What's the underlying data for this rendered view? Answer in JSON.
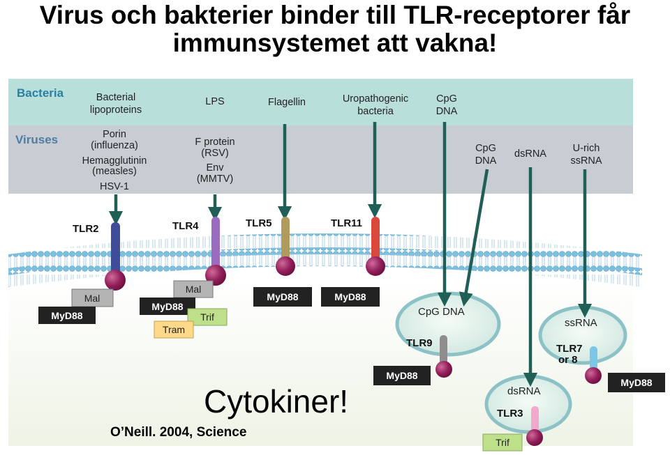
{
  "title": {
    "line1": "Virus och bakterier binder till TLR-receptorer får",
    "line2": "immunsystemet att vakna!"
  },
  "bands": {
    "bacteria": "Bacteria",
    "viruses": "Viruses"
  },
  "ligands": {
    "bacterial_lipoproteins_1": "Bacterial",
    "bacterial_lipoproteins_2": "lipoproteins",
    "lps": "LPS",
    "flagellin": "Flagellin",
    "uropathogenic_1": "Uropathogenic",
    "uropathogenic_2": "bacteria",
    "cpg_bact_1": "CpG",
    "cpg_bact_2": "DNA",
    "porin_1": "Porin",
    "porin_2": "(influenza)",
    "hemagglutinin_1": "Hemagglutinin",
    "hemagglutinin_2": "(measles)",
    "hsv": "HSV-1",
    "fprotein_1": "F protein",
    "fprotein_2": "(RSV)",
    "env_1": "Env",
    "env_2": "(MMTV)",
    "cpg_virus_1": "CpG",
    "cpg_virus_2": "DNA",
    "dsrna": "dsRNA",
    "urich_1": "U-rich",
    "urich_2": "ssRNA"
  },
  "receptors": {
    "tlr2": "TLR2",
    "tlr4": "TLR4",
    "tlr5": "TLR5",
    "tlr11": "TLR11",
    "tlr9": "TLR9",
    "tlr3": "TLR3",
    "tlr78_1": "TLR7",
    "tlr78_2": "or 8"
  },
  "endosomes": {
    "cpg": "CpG DNA",
    "dsrna": "dsRNA",
    "ssrna": "ssRNA"
  },
  "adaptors": {
    "mal": "Mal",
    "myd88": "MyD88",
    "trif": "Trif",
    "tram": "Tram"
  },
  "colors": {
    "bacteria_band": "#b9dfdb",
    "virus_band": "#c8cdd4",
    "arrow": "#1f5f55",
    "membrane": "#74b8d8",
    "head": "#8f1a55",
    "tlr2": "#3f4c9a",
    "tlr4": "#9b6bc0",
    "tlr5": "#b09a5c",
    "tlr11": "#d9483a",
    "tlr9": "#8d8d8d",
    "tlr3": "#f2a9cc",
    "tlr78": "#7cc7e8",
    "myd88_box": "#222222",
    "mal_box": "#b4b4b4",
    "trif_box": "#bfe08a",
    "tram_box": "#ffd98a"
  },
  "cytokines": "Cytokiner!",
  "citation": "O’Neill. 2004, Science"
}
